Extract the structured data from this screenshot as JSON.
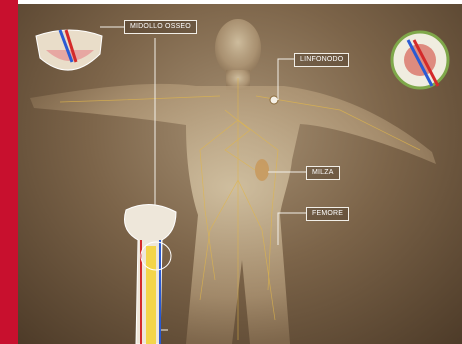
{
  "labels": {
    "marrow": "MIDOLLO OSSEO",
    "lymph_node": "LINFONODO",
    "spleen": "MILZA",
    "femur": "FEMORE"
  },
  "colors": {
    "frame": "#c8102e",
    "label_border": "#f2efe8",
    "artery": "#d42a2a",
    "vein": "#2a5bd4",
    "marrow": "#f3d54a"
  },
  "icons": {
    "marrow_section": "bone-cross-section-icon",
    "lymph_node_section": "lymph-node-section-icon",
    "femur_bone": "femur-bone-icon"
  }
}
